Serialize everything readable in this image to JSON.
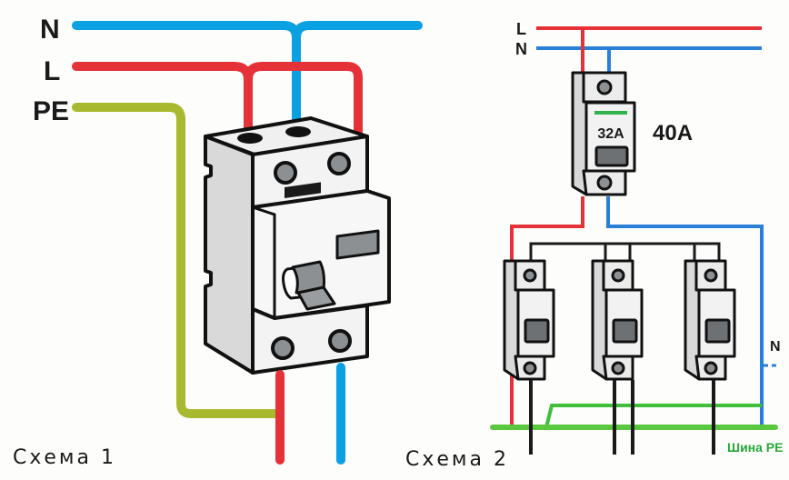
{
  "scheme1": {
    "caption": "Схема 1",
    "wire_labels": {
      "n": "N",
      "l": "L",
      "pe": "PE"
    },
    "device": "rcd-two-pole"
  },
  "scheme2": {
    "caption": "Схема 2",
    "wire_labels": {
      "l": "L",
      "n": "N",
      "n_side": "N"
    },
    "main_breaker": {
      "rating_on_device": "32A",
      "rating_label": "40A"
    },
    "branch_breakers": 3,
    "pe_bus_label": "Шина PE"
  },
  "colors": {
    "neutral": "#0aa1e2",
    "phase": "#e53238",
    "pe_scheme1": "#a9b92f",
    "pe_scheme2": "#3fbf3a",
    "neutral_scheme2": "#2a7fd6",
    "device_body": "#ececec",
    "device_side": "#d9d9d9",
    "terminal": "#8c9092",
    "pe_text": "#2aa63a"
  }
}
